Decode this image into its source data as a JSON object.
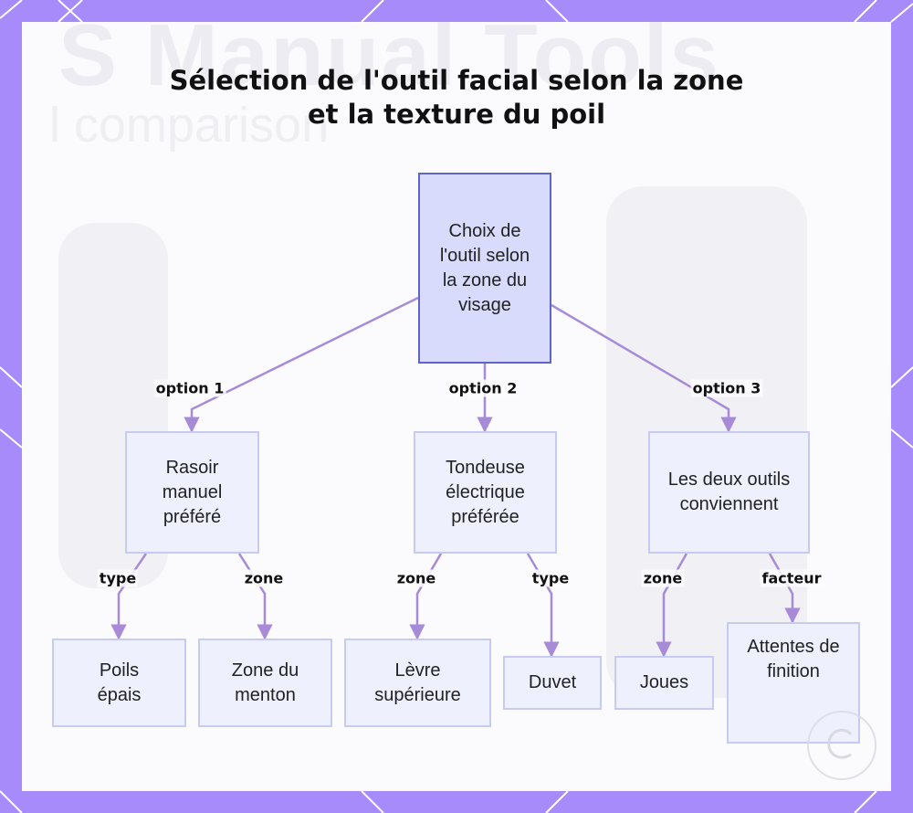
{
  "title": "Sélection de l'outil facial selon la zone et la texture du poil",
  "background_text": [
    "S Manual Tools",
    "l comparison"
  ],
  "colors": {
    "frame": "#a78bfa",
    "edge": "#a78bd8",
    "root_fill": "#d8dbfb",
    "root_border": "#5b66c8",
    "node_fill": "#eef0fd",
    "node_border": "#c5cbf2"
  },
  "nodes": {
    "root": "Choix de l'outil selon la zone du visage",
    "rasoir": "Rasoir manuel préféré",
    "tondeuse": "Tondeuse électrique préférée",
    "deux": "Les deux outils conviennent",
    "poils_epais": "Poils épais",
    "menton": "Zone du menton",
    "levre": "Lèvre supérieure",
    "duvet": "Duvet",
    "joues": "Joues",
    "attentes": "Attentes de finition"
  },
  "edge_labels": {
    "option1": "option 1",
    "option2": "option 2",
    "option3": "option 3",
    "rasoir_type": "type",
    "rasoir_zone": "zone",
    "tondeuse_zone": "zone",
    "tondeuse_type": "type",
    "deux_zone": "zone",
    "deux_facteur": "facteur"
  },
  "watermark": {
    "icon": "c-logo-watermark"
  }
}
